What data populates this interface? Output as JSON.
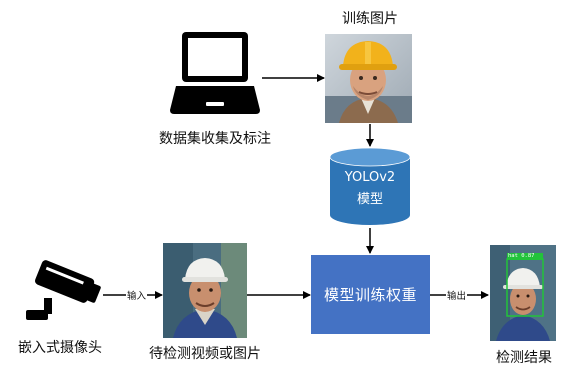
{
  "nodes": {
    "data_collection": {
      "label": "数据集收集及标注",
      "icon": "laptop-icon"
    },
    "training_images": {
      "label": "训练图片",
      "icon": "worker-photo-hardhat"
    },
    "model": {
      "line1": "YOLOv2",
      "line2": "模型",
      "shape": "cylinder",
      "color": "#2e75b6"
    },
    "camera": {
      "label": "嵌入式摄像头",
      "icon": "security-camera-icon"
    },
    "test_images": {
      "label": "待检测视频或图片",
      "icon": "worker-photo-white-hardhat"
    },
    "training": {
      "label": "模型训练权重",
      "color": "#4472c4"
    },
    "results": {
      "label": "检测结果",
      "icon": "worker-photo-detected",
      "detection_tag": "hat 0.87"
    }
  },
  "edges": {
    "input_label": "输入",
    "output_label": "输出"
  }
}
